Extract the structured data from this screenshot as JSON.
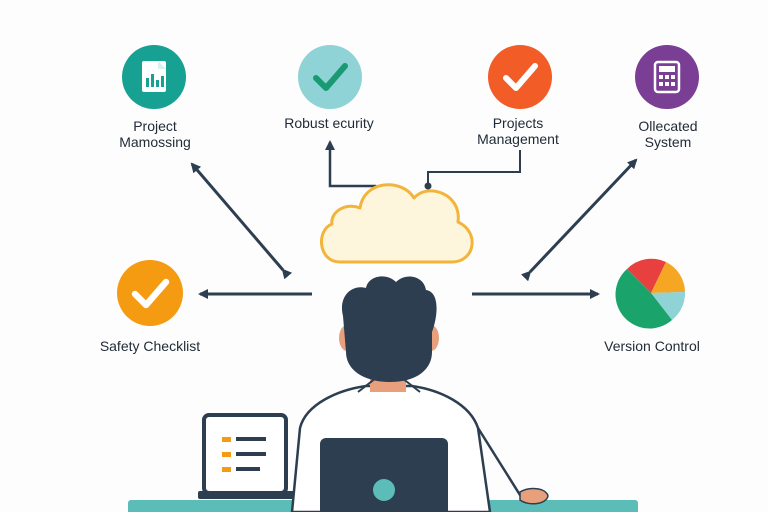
{
  "nodes": {
    "project_managing": {
      "line1": "Project",
      "line2": "Mamossing",
      "color": "#17a193",
      "icon": "document-chart-icon"
    },
    "robust_security": {
      "line1": "Robust ecurity",
      "color": "#8fd3d6",
      "icon": "checkmark-icon"
    },
    "projects_management": {
      "line1": "Projects",
      "line2": "Management",
      "color": "#f25c26",
      "icon": "checkmark-icon"
    },
    "allocated_system": {
      "line1": "Ollecated",
      "line2": "System",
      "color": "#7a3e94",
      "icon": "calculator-icon"
    },
    "safety_checklist": {
      "line1": "Safety Checklist",
      "color": "#f59b12",
      "icon": "checkmark-icon"
    },
    "version_control": {
      "line1": "Version Control",
      "icon": "pie-chart-icon",
      "slice_colors": [
        "#e8403f",
        "#f5a623",
        "#8fd3d6",
        "#1aa36b"
      ]
    }
  },
  "colors": {
    "arrow": "#2c3e50",
    "cloud_stroke": "#f2b43a",
    "cloud_fill": "#fdf5dc",
    "hair": "#2c3e50",
    "skin": "#e8a07c",
    "desk": "#5bbcb8"
  }
}
